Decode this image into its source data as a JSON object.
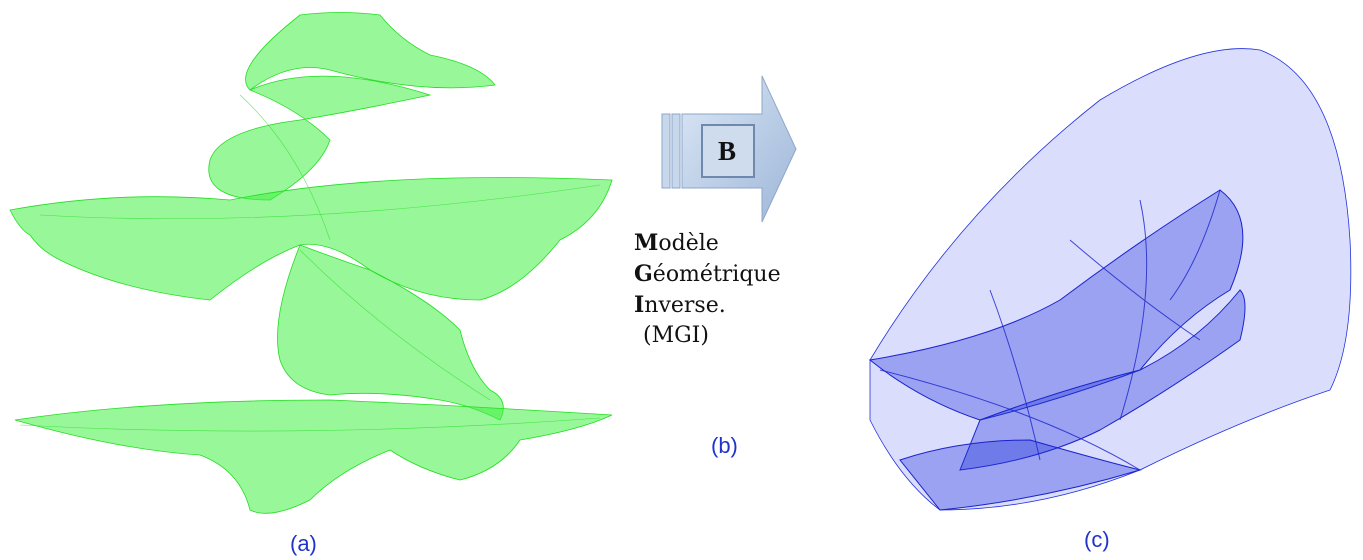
{
  "panels": {
    "a": {
      "caption": "(a)",
      "color": "#33ee33"
    },
    "b": {
      "caption": "(b)",
      "arrow_letter": "B",
      "model_lines": [
        {
          "initial": "M",
          "rest": "odèle"
        },
        {
          "initial": "G",
          "rest": "éométrique"
        },
        {
          "initial": "I",
          "rest": "nverse."
        },
        {
          "initial": "",
          "rest": "(MGI)"
        }
      ]
    },
    "c": {
      "caption": "(c)",
      "color": "#1a22dd"
    }
  },
  "colors": {
    "caption": "#2233cc",
    "arrow_fill": "#b8cde8"
  }
}
